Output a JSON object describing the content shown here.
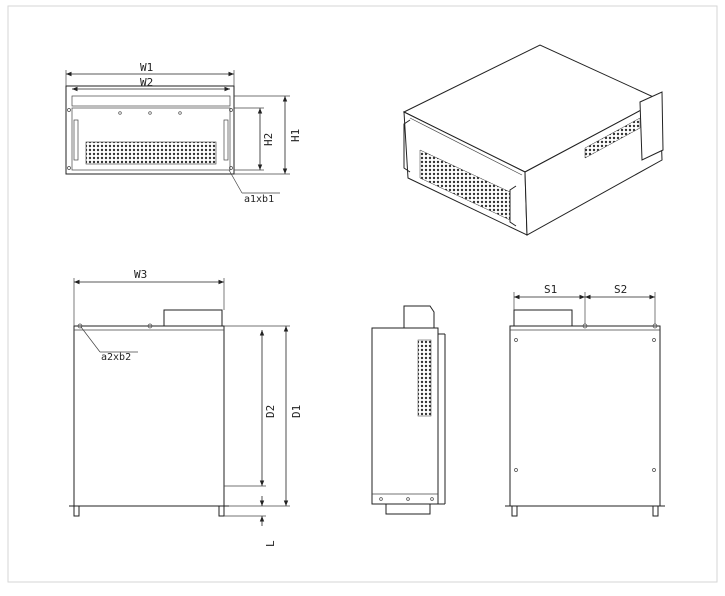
{
  "drawing": {
    "front_view": {
      "labels": {
        "w1": "W1",
        "w2": "W2",
        "h1": "H1",
        "h2": "H2",
        "mount_hole": "a1xb1"
      }
    },
    "top_view": {
      "labels": {
        "w3": "W3",
        "d1": "D1",
        "d2": "D2",
        "l": "L",
        "mount_hole": "a2xb2"
      }
    },
    "back_view": {
      "labels": {
        "s1": "S1",
        "s2": "S2"
      }
    }
  }
}
